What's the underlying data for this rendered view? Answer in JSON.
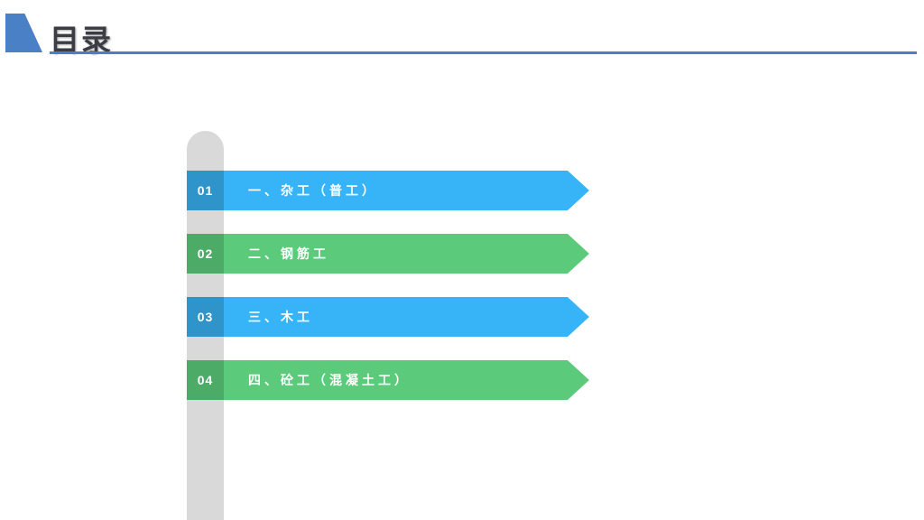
{
  "toc": {
    "title": "目录",
    "items": [
      {
        "number": "01",
        "label": "一、杂工（普工）",
        "theme": "blue"
      },
      {
        "number": "02",
        "label": "二、钢筋工",
        "theme": "green"
      },
      {
        "number": "03",
        "label": "三、木工",
        "theme": "blue"
      },
      {
        "number": "04",
        "label": "四、砼工（混凝土工）",
        "theme": "green"
      }
    ]
  },
  "colors": {
    "header_accent": "#4a81c6",
    "underline": "#4a7ec6",
    "title_text": "#3c3c44",
    "bar_gray": "#d9d9d9",
    "blue_square": "#2e94ca",
    "blue_banner": "#36b4f7",
    "green_square": "#4cab67",
    "green_banner": "#5cca7b",
    "banner_text": "#ffffff"
  }
}
